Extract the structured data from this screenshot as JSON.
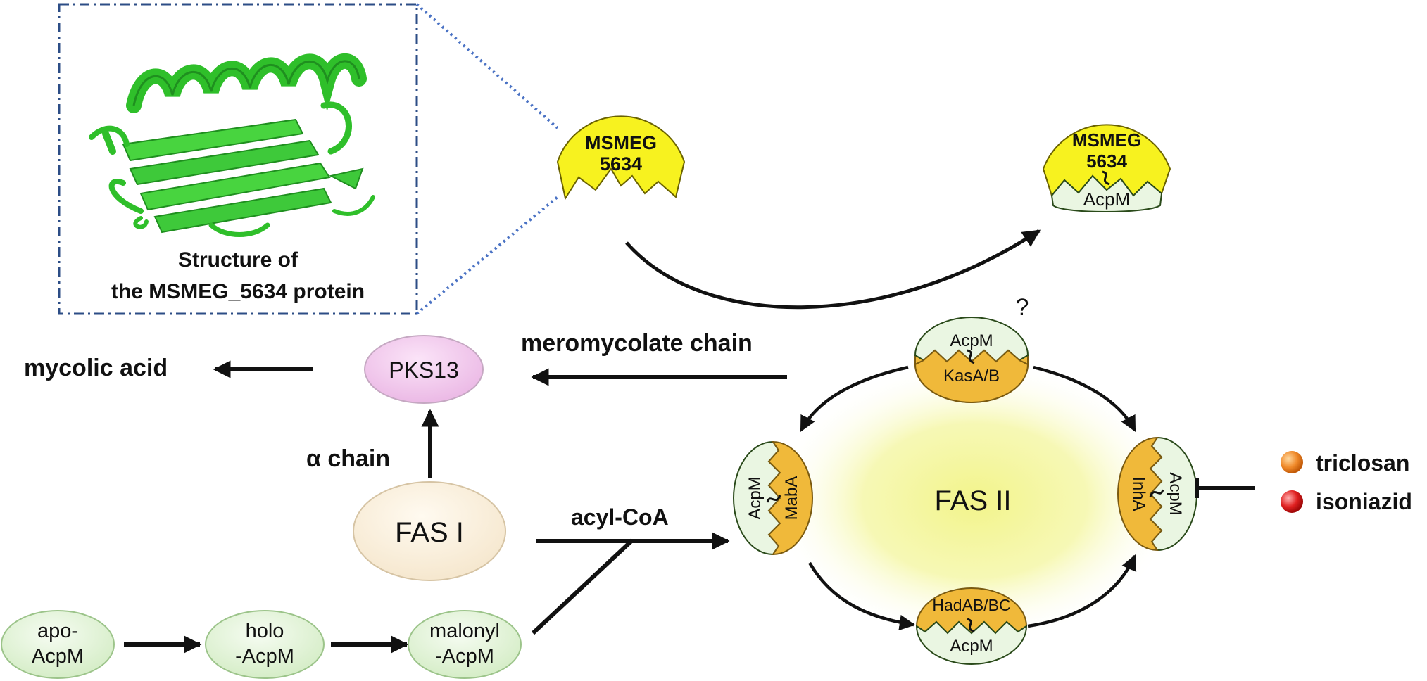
{
  "colors": {
    "background": "#ffffff",
    "protein_green": "#3ec93a",
    "protein_green_dark": "#1f8f1f",
    "enzyme_yellow_bright": "#f7f21f",
    "enzyme_orange": "#f0b93a",
    "acpm_pale": "#eaf6e2",
    "pks13_pink": "#f4c8f0",
    "fas1_cream": "#fbf1df",
    "acpm_green": "#e4f5da",
    "fas2_glow": "#f3f59a",
    "frame_blue": "#2c4d86",
    "dotted_blue": "#4a72c4",
    "triclosan_orange": "#f07a1a",
    "isoniazid_red": "#e01818"
  },
  "icons": {
    "structure": "protein-ribbon-icon",
    "triclosan": "orange-sphere-icon",
    "isoniazid": "red-sphere-icon",
    "thioester": "squiggle-link-icon"
  },
  "labels": {
    "structure_line1": "Structure of",
    "structure_line2": "the MSMEG_5634 protein",
    "msmeg_free_line1": "MSMEG",
    "msmeg_free_line2": "5634",
    "msmeg_bound_line1": "MSMEG",
    "msmeg_bound_line2": "5634",
    "msmeg_bound_acpm": "AcpM",
    "question": "?",
    "mycolic_acid": "mycolic acid",
    "pks13": "PKS13",
    "meromycolate_chain": "meromycolate chain",
    "alpha_chain": "α chain",
    "fas1": "FAS I",
    "acyl_coa": "acyl-CoA",
    "fas2": "FAS II",
    "kas_acpm": "AcpM",
    "kas_enzyme": "KasA/B",
    "maba_acpm": "AcpM",
    "maba_enzyme": "MabA",
    "inha_acpm": "AcpM",
    "inha_enzyme": "InhA",
    "had_enzyme": "HadAB/BC",
    "had_acpm": "AcpM",
    "triclosan": "triclosan",
    "isoniazid": "isoniazid",
    "apo_line1": "apo-",
    "apo_line2": "AcpM",
    "holo_line1": "holo",
    "holo_line2": "-AcpM",
    "malonyl_line1": "malonyl",
    "malonyl_line2": "-AcpM"
  }
}
